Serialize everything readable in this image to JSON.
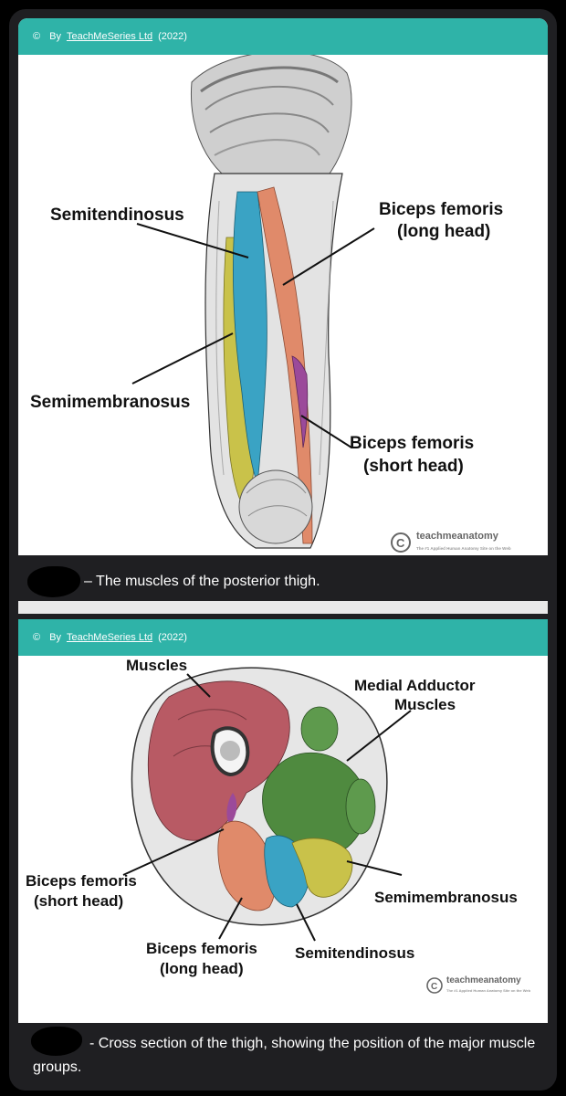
{
  "card1": {
    "credit_prefix": "By",
    "credit_link": "TeachMeSeries Ltd",
    "credit_year": "(2022)",
    "labels": {
      "semitendinosus": "Semitendinosus",
      "biceps_long_1": "Biceps femoris",
      "biceps_long_2": "(long head)",
      "semimembranosus": "Semimembranosus",
      "biceps_short_1": "Biceps femoris",
      "biceps_short_2": "(short head)"
    },
    "watermark": "teachmeanatomy",
    "watermark_sub": "The #1 Applied Human Anatomy Site on the Web",
    "caption": "– The muscles of the posterior thigh."
  },
  "card2": {
    "credit_prefix": "By",
    "credit_link": "TeachMeSeries Ltd",
    "credit_year": "(2022)",
    "labels": {
      "anterior_2": "Muscles",
      "medial_1": "Medial Adductor",
      "medial_2": "Muscles",
      "biceps_short_1": "Biceps femoris",
      "biceps_short_2": "(short head)",
      "semimembranosus": "Semimembranosus",
      "biceps_long_1": "Biceps femoris",
      "biceps_long_2": "(long head)",
      "semitendinosus": "Semitendinosus"
    },
    "watermark": "teachmeanatomy",
    "watermark_sub": "The #1 Applied Human Anatomy Site on the Web",
    "caption": "- Cross section of the thigh, showing the position of the major muscle groups."
  },
  "colors": {
    "teal": "#2fb3a8",
    "dark": "#1f1f22",
    "semitendinosus": "#3aa3c4",
    "biceps_long": "#e08a6a",
    "semimembranosus": "#c9c24a",
    "biceps_short": "#9b4a9a",
    "adductor": "#4f8a3f",
    "anterior": "#b85a64"
  },
  "icons": {
    "copyright": "copyright-icon",
    "avatar": "redacted-avatar"
  }
}
